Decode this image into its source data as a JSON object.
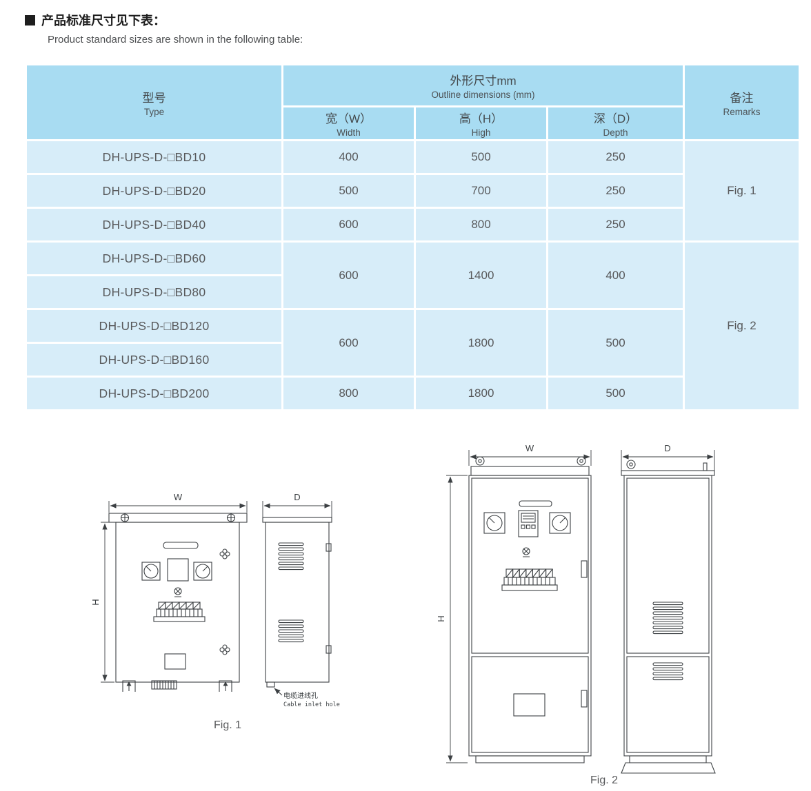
{
  "header": {
    "bullet_icon": "black-square",
    "title_zh": "产品标准尺寸见下表：",
    "title_en": "Product standard sizes are shown in the following table:"
  },
  "table": {
    "headers": {
      "type_zh": "型号",
      "type_en": "Type",
      "outline_zh": "外形尺寸mm",
      "outline_en": "Outline dimensions (mm)",
      "width_zh": "宽（W）",
      "width_en": "Width",
      "high_zh": "高（H）",
      "high_en": "High",
      "depth_zh": "深（D）",
      "depth_en": "Depth",
      "remarks_zh": "备注",
      "remarks_en": "Remarks"
    },
    "rows": [
      {
        "type": "DH-UPS-D-□BD10",
        "w": "400",
        "h": "500",
        "d": "250"
      },
      {
        "type": "DH-UPS-D-□BD20",
        "w": "500",
        "h": "700",
        "d": "250"
      },
      {
        "type": "DH-UPS-D-□BD40",
        "w": "600",
        "h": "800",
        "d": "250"
      },
      {
        "type": "DH-UPS-D-□BD60",
        "w": "600",
        "h": "1400",
        "d": "400"
      },
      {
        "type": "DH-UPS-D-□BD80"
      },
      {
        "type": "DH-UPS-D-□BD120",
        "w": "600",
        "h": "1800",
        "d": "500"
      },
      {
        "type": "DH-UPS-D-□BD160"
      },
      {
        "type": "DH-UPS-D-□BD200",
        "w": "800",
        "h": "1800",
        "d": "500"
      }
    ],
    "remarks": {
      "group1": "Fig. 1",
      "group2": "Fig. 2"
    }
  },
  "figures": {
    "fig1": {
      "caption": "Fig. 1",
      "dim_width": "W",
      "dim_height": "H",
      "dim_depth": "D",
      "cable_inlet_zh": "电缆进线孔",
      "cable_inlet_en": "Cable inlet hole"
    },
    "fig2": {
      "caption": "Fig. 2",
      "dim_width": "W",
      "dim_height": "H",
      "dim_depth": "D"
    }
  }
}
